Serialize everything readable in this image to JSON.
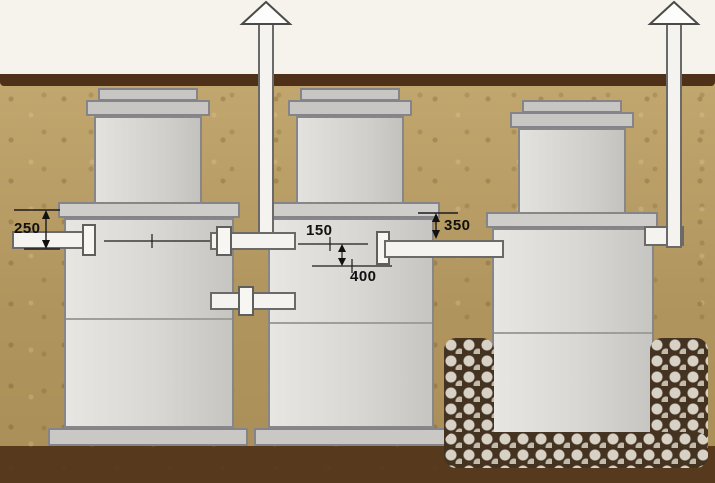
{
  "diagram": {
    "type": "septic-tank-cross-section",
    "dims": {
      "d250": "250",
      "d150": "150",
      "d400": "400",
      "d350": "350"
    }
  }
}
